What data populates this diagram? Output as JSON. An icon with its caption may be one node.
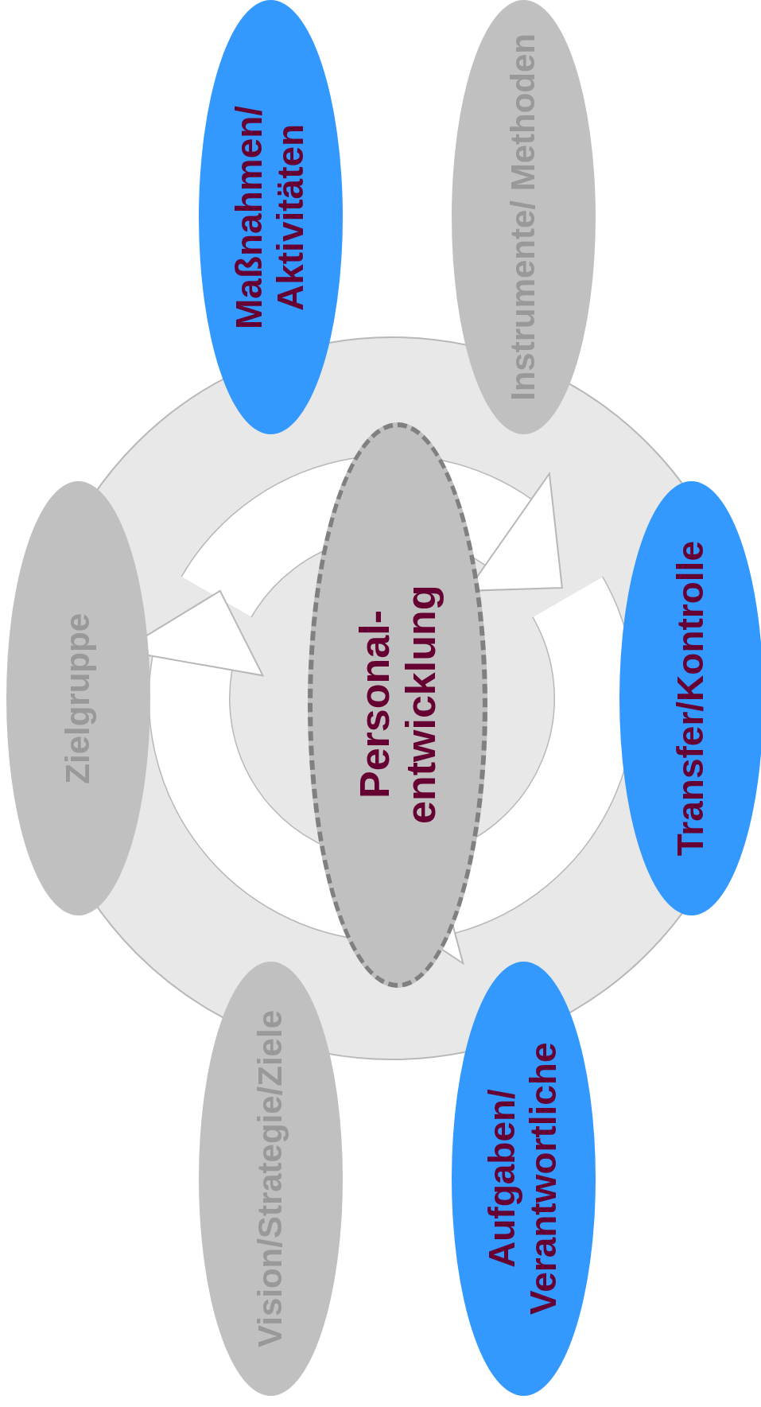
{
  "diagram": {
    "nodes": [
      {
        "text": [
          "Maßnahmen/ Aktivitäten"
        ]
      },
      {
        "text": [
          "Instrumente/ Methoden"
        ]
      },
      {
        "text": [
          "Zielgruppe"
        ]
      },
      {
        "text": [
          "Personal- entwicklung"
        ]
      },
      {
        "text": [
          "Transfer/Kontrolle"
        ]
      },
      {
        "text": [
          "Vision/Strategie/Ziele"
        ]
      },
      {
        "text": [
          "Aufgaben/ Verantwortliche"
        ]
      }
    ]
  }
}
